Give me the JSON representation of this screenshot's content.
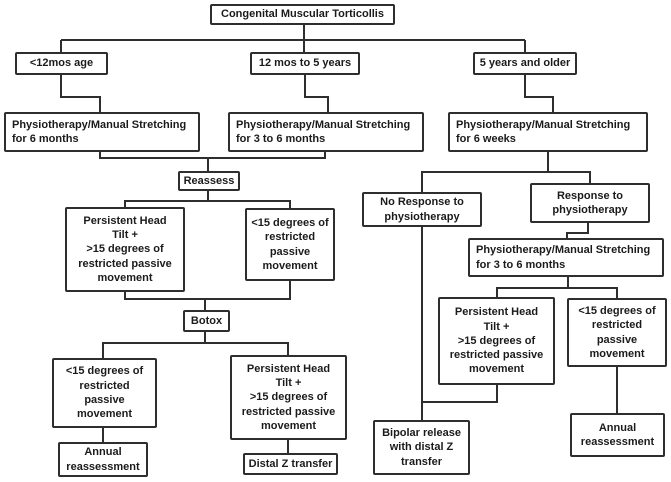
{
  "diagram": {
    "title": "Congenital Muscular Torticollis",
    "line_color": "#2e2e2e",
    "background_color": "#ffffff",
    "nodes": {
      "root": "Congenital Muscular Torticollis",
      "age_under_12": "<12mos age",
      "age_12_to_5": "12 mos to 5 years",
      "age_5_older": "5 years and older",
      "physio_6_months": "Physiotherapy/Manual Stretching\nfor 6 months",
      "physio_3_6_months": "Physiotherapy/Manual Stretching\nfor 3 to 6 months",
      "physio_6_weeks": "Physiotherapy/Manual Stretching\nfor 6 weeks",
      "reassess": "Reassess",
      "persistent_head_tilt_mid": "Persistent Head\nTilt +\n>15 degrees of\nrestricted passive\nmovement",
      "under_15_mid": "<15 degrees of\nrestricted\npassive\nmovement",
      "botox": "Botox",
      "under_15_post_botox": "<15 degrees of\nrestricted\npassive\nmovement",
      "persistent_post_botox": "Persistent Head\nTilt +\n>15 degrees of\nrestricted passive\nmovement",
      "annual_reassessment_left": "Annual\nreassessment",
      "distal_z_transfer": "Distal Z transfer",
      "no_response": "No Response to\nphysiotherapy",
      "response": "Response to\nphysiotherapy",
      "physio_3_6_months_right": "Physiotherapy/Manual Stretching\nfor 3 to 6 months",
      "persistent_head_tilt_right": "Persistent Head\nTilt +\n>15 degrees of\nrestricted passive\nmovement",
      "under_15_right": "<15 degrees of\nrestricted\npassive\nmovement",
      "bipolar_release": "Bipolar release\nwith distal Z\ntransfer",
      "annual_reassessment_right": "Annual\nreassessment"
    }
  }
}
